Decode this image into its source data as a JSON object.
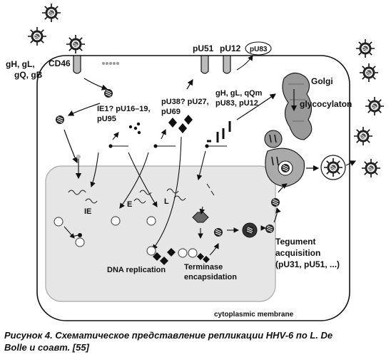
{
  "labels": {
    "entry_glycoproteins": [
      "gH, gL,",
      "gQ, gB"
    ],
    "receptor": "CD46",
    "pu51": "pU51",
    "pu12": "pU12",
    "pu83": "pU83",
    "golgi": "Golgi",
    "glycosylation": "glycocylaton",
    "ie_proteins": [
      "IE1? pU16–19,",
      "pU95"
    ],
    "early_proteins": [
      "pU38? pU27,",
      "pU69"
    ],
    "late_proteins": [
      "gH, gL, qQm",
      "pU83, pU12"
    ],
    "ie": "IE",
    "e": "E",
    "l": "L",
    "dna_replication": "DNA replication",
    "terminase": [
      "Terminase",
      "encapsidation"
    ],
    "tegument": [
      "Tegument",
      "acquisition",
      "(pU31, pU51, ...)"
    ],
    "membrane": "cytoplasmic membrane"
  },
  "caption": {
    "line1": "Рисунок 4. Схематическое представление репликации HHV-6 по L. De",
    "line2": "Bolle и соавт. [55]"
  }
}
